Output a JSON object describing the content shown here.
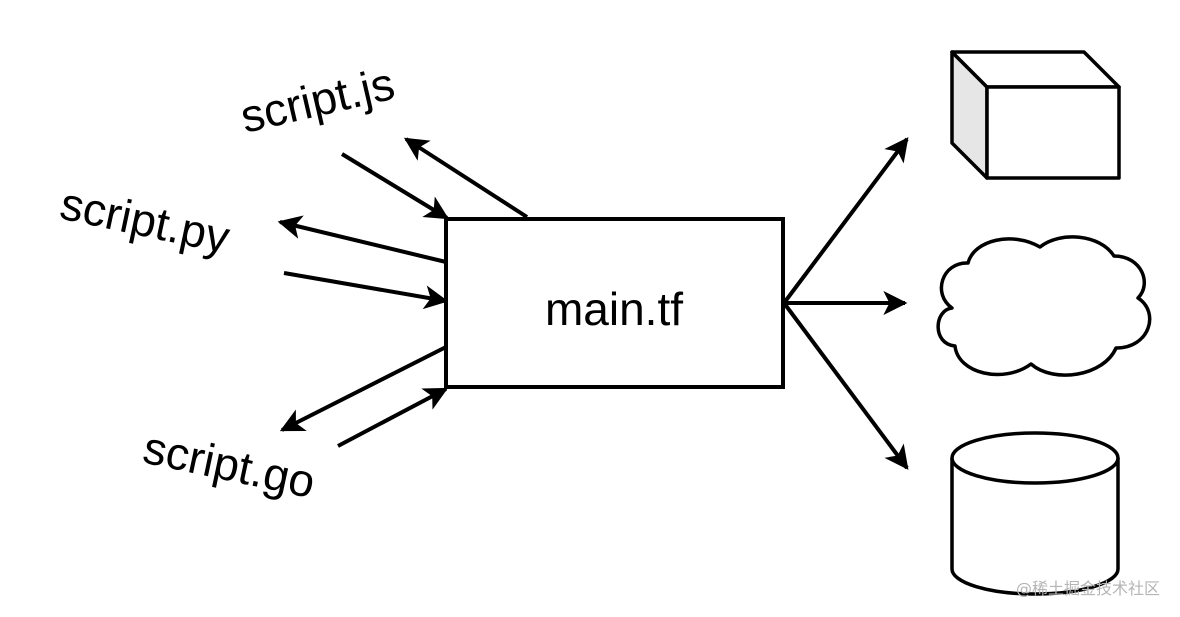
{
  "diagram": {
    "center_label": "main.tf",
    "scripts": {
      "js": "script.js",
      "py": "script.py",
      "go": "script.go"
    },
    "targets": [
      "box-icon",
      "cloud-icon",
      "database-icon"
    ],
    "watermark": "@稀土掘金技术社区"
  },
  "colors": {
    "stroke": "#000000",
    "box_side": "#e6e6e6",
    "watermark": "#b5b5b5"
  }
}
